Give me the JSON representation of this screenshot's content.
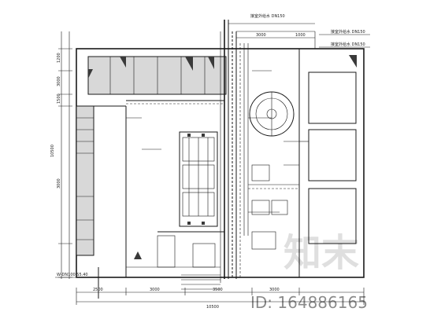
{
  "drawing": {
    "dims_left": [
      "1200",
      "3000",
      "1500",
      "10500",
      "3000"
    ],
    "dims_bottom": [
      "2500",
      "3000",
      "3500",
      "3000",
      "10500"
    ],
    "dims_top": [
      "3000",
      "1000"
    ],
    "pipe_labels_top": [
      "接室外给水 DN150",
      "接室外给水 DN150",
      "接室外给水 DN150"
    ],
    "pipe_label_bottom_left": "W-DN100 S5.40"
  },
  "watermark": {
    "logo_text": "知末",
    "id_text": "ID: 164886165"
  }
}
